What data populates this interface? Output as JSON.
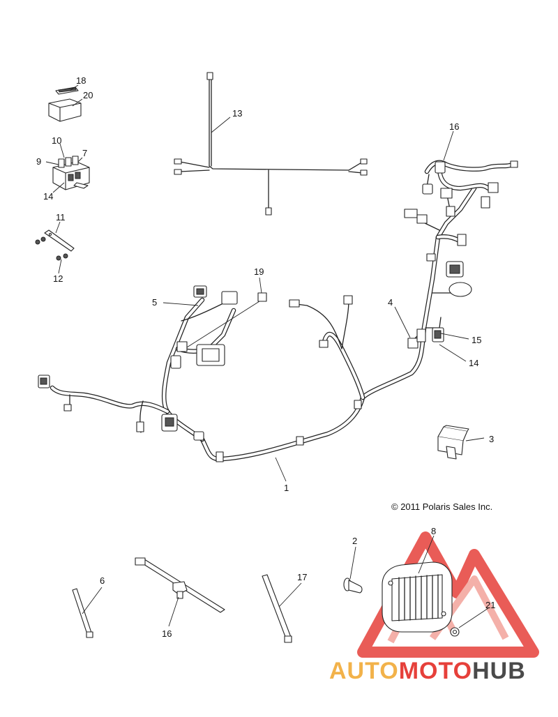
{
  "diagram": {
    "callouts": {
      "c1": "1",
      "c2": "2",
      "c3": "3",
      "c4": "4",
      "c5": "5",
      "c6": "6",
      "c7": "7",
      "c8": "8",
      "c9": "9",
      "c10": "10",
      "c11": "11",
      "c12": "12",
      "c13": "13",
      "c14a": "14",
      "c14b": "14",
      "c15": "15",
      "c16a": "16",
      "c16b": "16",
      "c17": "17",
      "c18": "18",
      "c19": "19",
      "c20": "20",
      "c21": "21"
    },
    "copyright": "© 2011 Polaris Sales Inc."
  },
  "watermark": {
    "word_1": "AUTO",
    "word_2": "MOTO",
    "word_3": "HUB",
    "colors": {
      "auto": "#f2b24a",
      "moto": "#e6403a",
      "hub": "#4a4a4a",
      "logo_triangle": "#e6403a"
    }
  }
}
